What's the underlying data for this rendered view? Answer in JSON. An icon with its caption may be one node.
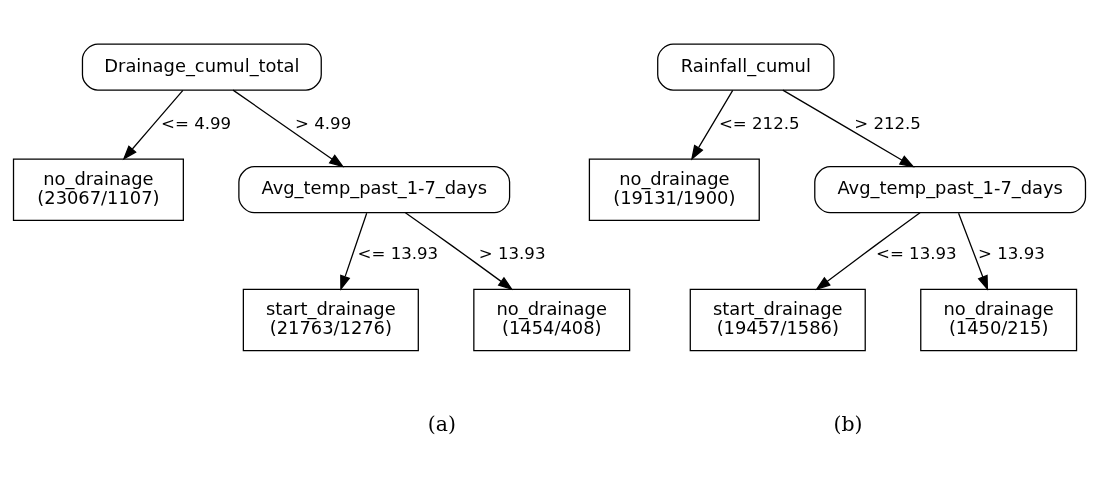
{
  "diagram": {
    "nodes": [
      {
        "text": [
          "Drainage_cumul_total"
        ]
      },
      {
        "text": [
          "no_drainage",
          "(23067/1107)"
        ]
      },
      {
        "text": [
          "Avg_temp_past_1-7_days"
        ]
      },
      {
        "text": [
          "start_drainage",
          "(21763/1276)"
        ]
      },
      {
        "text": [
          "no_drainage",
          "(1454/408)"
        ]
      },
      {
        "text": [
          "Rainfall_cumul"
        ]
      },
      {
        "text": [
          "no_drainage",
          "(19131/1900)"
        ]
      },
      {
        "text": [
          "Avg_temp_past_1-7_days"
        ]
      },
      {
        "text": [
          "start_drainage",
          "(19457/1586)"
        ]
      },
      {
        "text": [
          "no_drainage",
          "(1450/215)"
        ]
      }
    ],
    "edges": [
      {
        "from": 0,
        "to": 1,
        "arrow": "to",
        "label": "<= 4.99"
      },
      {
        "from": 0,
        "to": 2,
        "arrow": "to",
        "label": "> 4.99"
      },
      {
        "from": 2,
        "to": 3,
        "arrow": "to",
        "label": "<= 13.93"
      },
      {
        "from": 2,
        "to": 4,
        "arrow": "to",
        "label": "> 13.93"
      },
      {
        "from": 5,
        "to": 6,
        "arrow": "to",
        "label": "<= 212.5"
      },
      {
        "from": 5,
        "to": 7,
        "arrow": "to",
        "label": "> 212.5"
      },
      {
        "from": 7,
        "to": 8,
        "arrow": "to",
        "label": "<= 13.93"
      },
      {
        "from": 7,
        "to": 9,
        "arrow": "to",
        "label": "> 13.93"
      }
    ],
    "labels": [
      "(a)",
      "(b)"
    ]
  }
}
